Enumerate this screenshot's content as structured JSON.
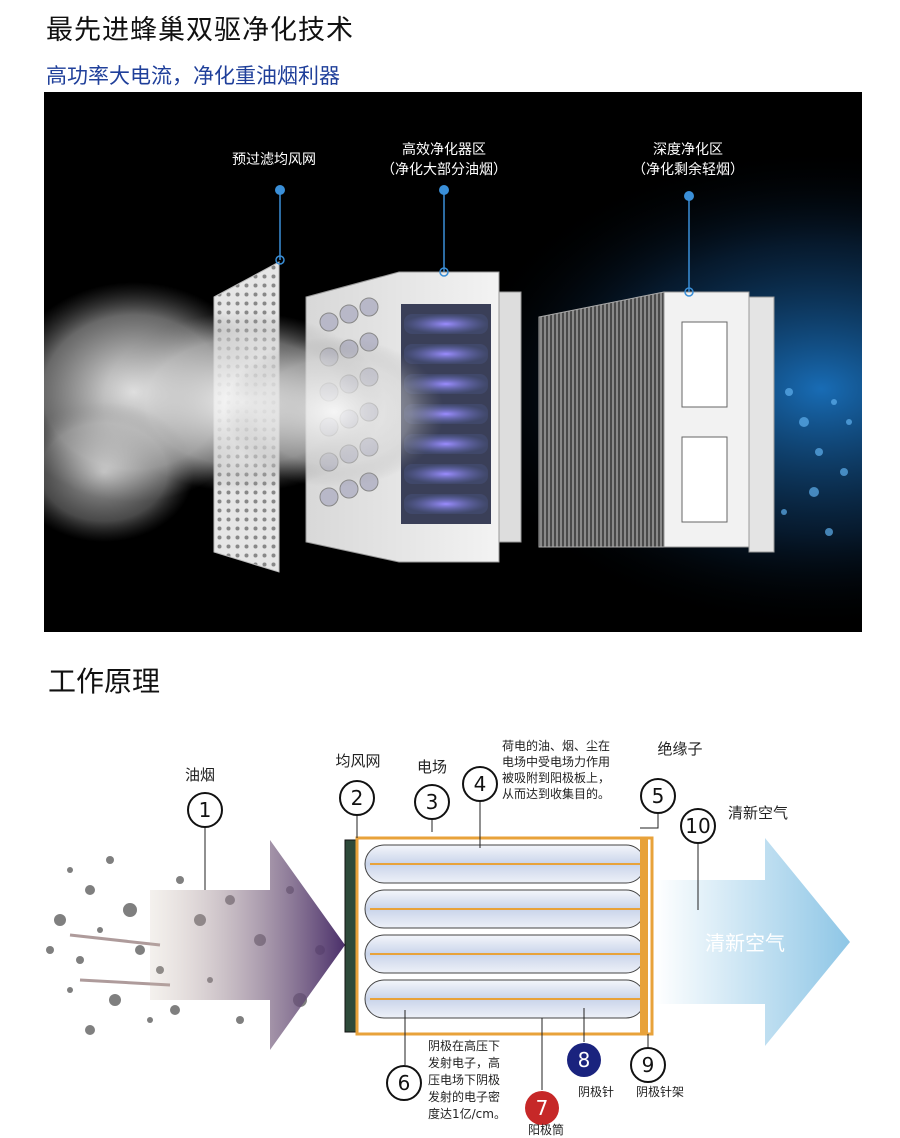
{
  "header": {
    "title": "最先进蜂巢双驱净化技术",
    "subtitle": "高功率大电流，净化重油烟利器"
  },
  "hero": {
    "labels": [
      {
        "line1": "预过滤均风网",
        "line2": ""
      },
      {
        "line1": "高效净化器区",
        "line2": "（净化大部分油烟）"
      },
      {
        "line1": "深度净化区",
        "line2": "（净化剩余轻烟）"
      }
    ]
  },
  "principle": {
    "section_title": "工作原理",
    "components": [
      {
        "num": "1",
        "label": "油烟"
      },
      {
        "num": "2",
        "label": "均风网"
      },
      {
        "num": "3",
        "label": "电场"
      },
      {
        "num": "4",
        "label": ""
      },
      {
        "num": "5",
        "label": "绝缘子"
      },
      {
        "num": "6",
        "label": ""
      },
      {
        "num": "7",
        "label": "阳极筒"
      },
      {
        "num": "8",
        "label": "阴极针"
      },
      {
        "num": "9",
        "label": "阴极针架"
      },
      {
        "num": "10",
        "label": "清新空气"
      }
    ],
    "note_4": [
      "荷电的油、烟、尘在",
      "电场中受电场力作用",
      "被吸附到阳极板上，",
      "从而达到收集目的。"
    ],
    "note_6": [
      "阴极在高压下",
      "发射电子，高",
      "压电场下阴极",
      "发射的电子密",
      "度达1亿/cm。"
    ],
    "arrow_text": "清新空气"
  },
  "colors": {
    "subtitle": "#1f3f9a",
    "badge_7": "#c62828",
    "badge_8": "#1a237e",
    "frame": "#e8a23a",
    "clean_air": "#8ec6e6",
    "hero_bg": "#000000",
    "pin_dot": "#3a8fd8"
  }
}
